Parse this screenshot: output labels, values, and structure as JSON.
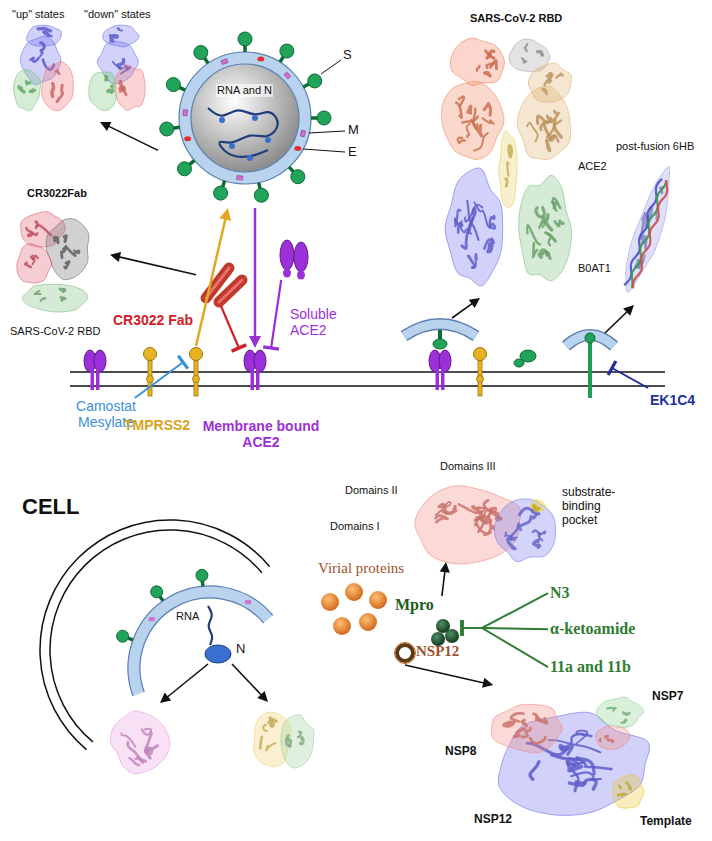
{
  "diagram": {
    "nodes": [
      {
        "text": [
          "\"up\" states",
          "\"down\" states"
        ]
      },
      {
        "text": [
          "RNA and N",
          "S",
          "M",
          "E"
        ]
      },
      {
        "text": [
          "SARS-CoV-2 RBD",
          "ACE2",
          "B0AT1"
        ]
      },
      {
        "text": [
          "post-fusion 6HB"
        ]
      },
      {
        "text": [
          "CR3022Fab",
          "SARS-CoV-2 RBD"
        ]
      },
      {
        "text": [
          "CR3022 Fab"
        ]
      },
      {
        "text": [
          "Soluble ACE2"
        ]
      },
      {
        "text": [
          "Camostat Mesylate"
        ]
      },
      {
        "text": [
          "TMPRSS2"
        ]
      },
      {
        "text": [
          "Membrane bound ACE2"
        ]
      },
      {
        "text": [
          "Domains III",
          "Domains II",
          "Domains I",
          "substrate-binding pocket"
        ]
      },
      {
        "text": [
          "Mpro"
        ]
      },
      {
        "text": [
          "N3"
        ]
      },
      {
        "text": [
          "α-ketoamide"
        ]
      },
      {
        "text": [
          "11a and 11b"
        ]
      },
      {
        "text": [
          "NSP12"
        ]
      },
      {
        "text": [
          "NSP8",
          "NSP7",
          "NSP12",
          "Template"
        ]
      }
    ],
    "edges": [
      {
        "from": 1,
        "to": 0,
        "arrow": "to"
      },
      {
        "from": 5,
        "to": 4,
        "arrow": "to"
      },
      {
        "from": 8,
        "to": 1,
        "arrow": "to"
      },
      {
        "from": 7,
        "to": 8,
        "arrow": "to"
      },
      {
        "from": 1,
        "to": 9,
        "arrow": "to"
      },
      {
        "from": 5,
        "to": 9,
        "arrow": "to"
      },
      {
        "from": 6,
        "to": 9,
        "arrow": "to"
      },
      {
        "from": 11,
        "to": 10,
        "arrow": "to"
      },
      {
        "from": 12,
        "to": 11,
        "arrow": "to"
      },
      {
        "from": 13,
        "to": 11,
        "arrow": "to"
      },
      {
        "from": 14,
        "to": 11,
        "arrow": "to"
      },
      {
        "from": 15,
        "to": 16,
        "arrow": "to"
      }
    ],
    "labels": [
      "EK1C4",
      "CELL",
      "RNA",
      "N",
      "Virial proteins"
    ]
  }
}
